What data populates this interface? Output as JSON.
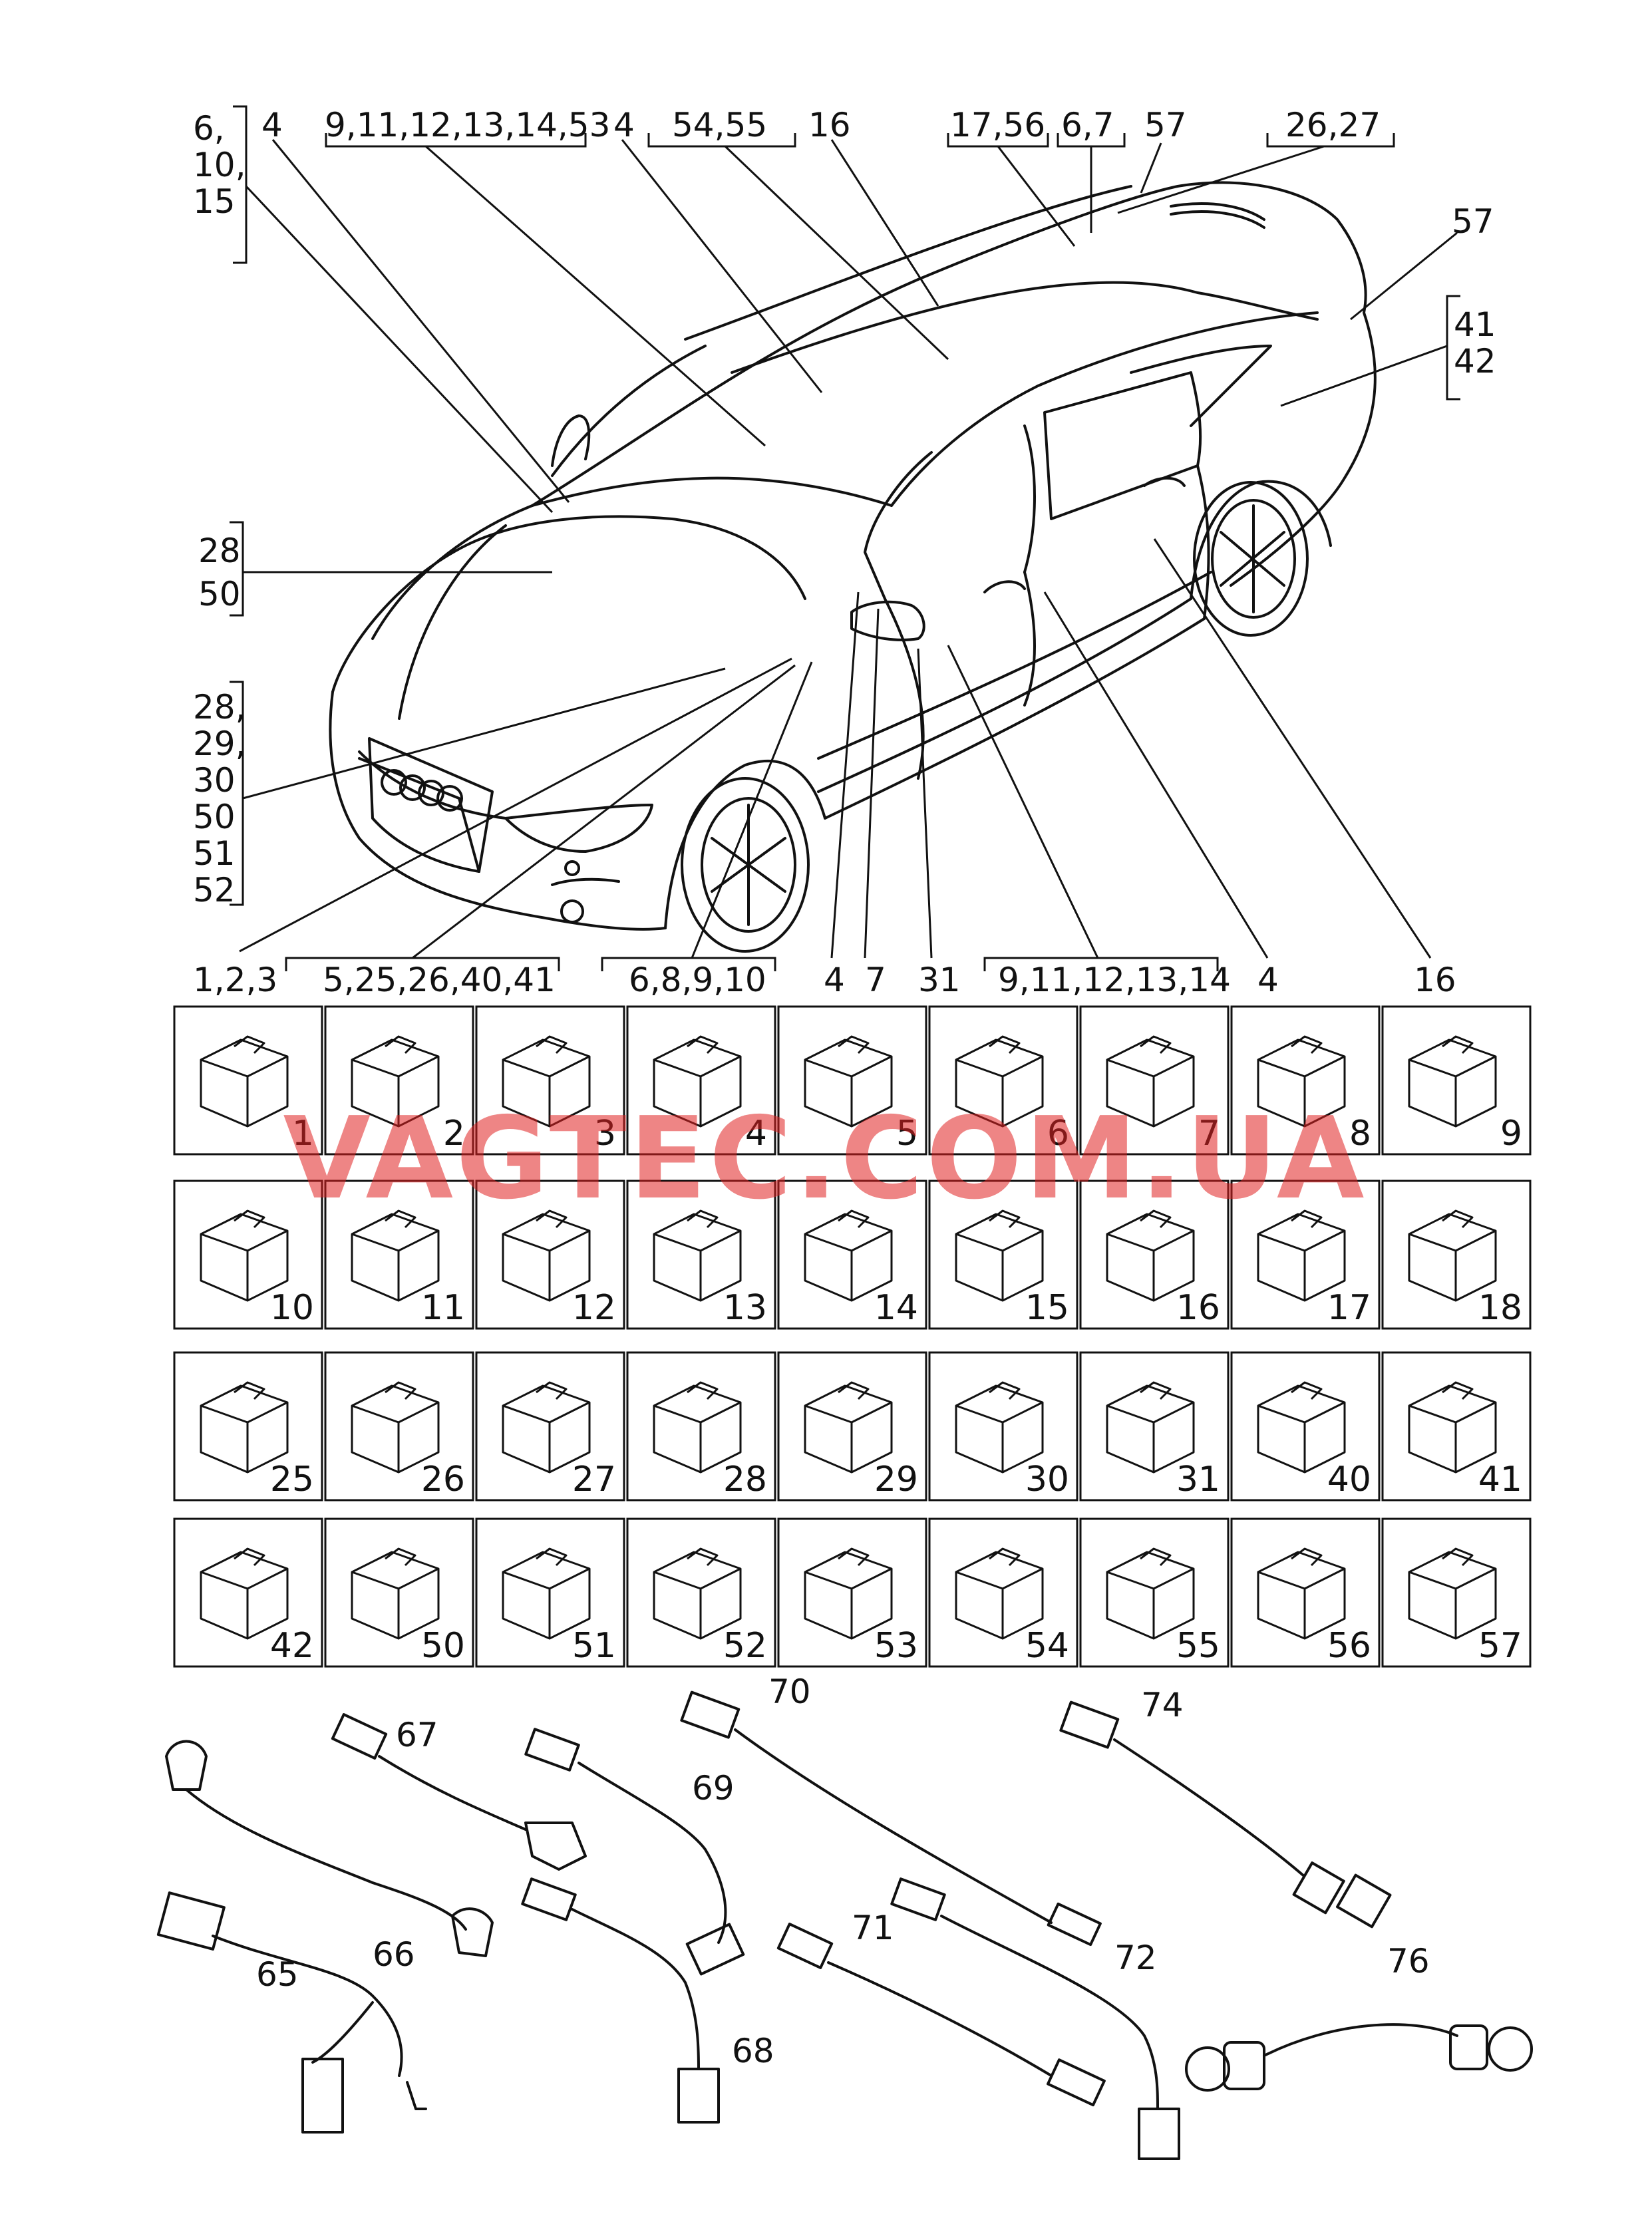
{
  "top_callouts": [
    {
      "id": "c-6-10-15",
      "text": "6,"
    },
    {
      "id": "c-10",
      "text": "10,"
    },
    {
      "id": "c-15",
      "text": "15"
    },
    {
      "id": "c-4a",
      "text": "4"
    },
    {
      "id": "c-9-53",
      "text": "9,11,12,13,14,53"
    },
    {
      "id": "c-4b",
      "text": "4"
    },
    {
      "id": "c-54-55",
      "text": "54,55"
    },
    {
      "id": "c-16a",
      "text": "16"
    },
    {
      "id": "c-17-56",
      "text": "17,56"
    },
    {
      "id": "c-6-7",
      "text": "6,7"
    },
    {
      "id": "c-57a",
      "text": "57"
    },
    {
      "id": "c-26-27",
      "text": "26,27"
    },
    {
      "id": "c-57b",
      "text": "57"
    },
    {
      "id": "c-41",
      "text": "41"
    },
    {
      "id": "c-42",
      "text": "42"
    },
    {
      "id": "c-28a",
      "text": "28"
    },
    {
      "id": "c-50a",
      "text": "50"
    },
    {
      "id": "c-28b",
      "text": "28,"
    },
    {
      "id": "c-29",
      "text": "29,"
    },
    {
      "id": "c-30",
      "text": "30"
    },
    {
      "id": "c-50b",
      "text": "50"
    },
    {
      "id": "c-51",
      "text": "51"
    },
    {
      "id": "c-52",
      "text": "52"
    }
  ],
  "bottom_callouts": [
    {
      "id": "b-1-2-3",
      "text": "1,2,3"
    },
    {
      "id": "b-5-41",
      "text": "5,25,26,40,41"
    },
    {
      "id": "b-6-10",
      "text": "6,8,9,10"
    },
    {
      "id": "b-4a",
      "text": "4"
    },
    {
      "id": "b-7",
      "text": "7"
    },
    {
      "id": "b-31",
      "text": "31"
    },
    {
      "id": "b-9-14",
      "text": "9,11,12,13,14"
    },
    {
      "id": "b-4b",
      "text": "4"
    },
    {
      "id": "b-16",
      "text": "16"
    }
  ],
  "grid_rows": [
    [
      "1",
      "2",
      "3",
      "4",
      "5",
      "6",
      "7",
      "8",
      "9"
    ],
    [
      "10",
      "11",
      "12",
      "13",
      "14",
      "15",
      "16",
      "17",
      "18"
    ],
    [
      "25",
      "26",
      "27",
      "28",
      "29",
      "30",
      "31",
      "40",
      "41"
    ],
    [
      "42",
      "50",
      "51",
      "52",
      "53",
      "54",
      "55",
      "56",
      "57"
    ]
  ],
  "cables": [
    {
      "id": "65",
      "text": "65"
    },
    {
      "id": "66",
      "text": "66"
    },
    {
      "id": "67",
      "text": "67"
    },
    {
      "id": "68",
      "text": "68"
    },
    {
      "id": "69",
      "text": "69"
    },
    {
      "id": "70",
      "text": "70"
    },
    {
      "id": "71",
      "text": "71"
    },
    {
      "id": "72",
      "text": "72"
    },
    {
      "id": "74",
      "text": "74"
    },
    {
      "id": "76",
      "text": "76"
    }
  ],
  "watermark": "VAGTEC.COM.UA"
}
